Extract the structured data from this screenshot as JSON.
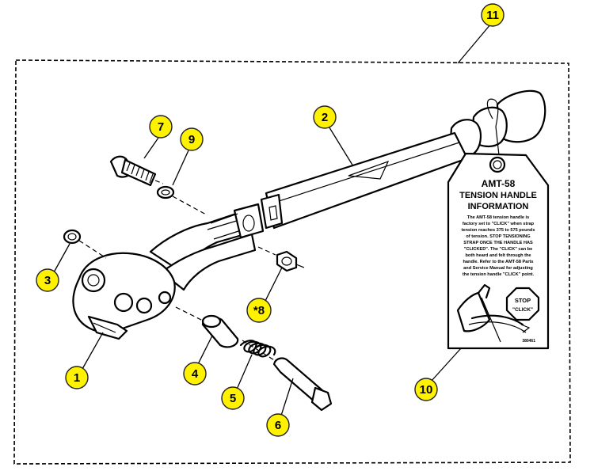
{
  "diagram": {
    "callouts": [
      {
        "id": "11",
        "label": "11"
      },
      {
        "id": "2",
        "label": "2"
      },
      {
        "id": "7",
        "label": "7"
      },
      {
        "id": "9",
        "label": "9"
      },
      {
        "id": "3",
        "label": "3"
      },
      {
        "id": "8",
        "label": "*8"
      },
      {
        "id": "1",
        "label": "1"
      },
      {
        "id": "4",
        "label": "4"
      },
      {
        "id": "5",
        "label": "5"
      },
      {
        "id": "6",
        "label": "6"
      },
      {
        "id": "10",
        "label": "10"
      }
    ],
    "tag": {
      "title_line1": "AMT-58",
      "title_line2": "TENSION HANDLE",
      "title_line3": "INFORMATION",
      "body_lines": [
        "The AMT-58 tension handle is",
        "factory set to \"CLICK\" when strap",
        "tension reaches 375 to 575 pounds",
        "of tension. STOP TENSIONING",
        "STRAP ONCE THE HANDLE HAS",
        "\"CLICKED\". The \"CLICK\" can be",
        "both heard and felt through the",
        "handle. Refer to the AMT-58 Parts",
        "and Service Manual for adjusting",
        "the tension handle \"CLICK\" point."
      ],
      "stop_sign_line1": "STOP",
      "stop_sign_line2": "\"CLICK\"",
      "part_code": "380461"
    },
    "colors": {
      "callout_fill": "#FFF200",
      "line": "#000000",
      "background": "#FFFFFF"
    }
  }
}
